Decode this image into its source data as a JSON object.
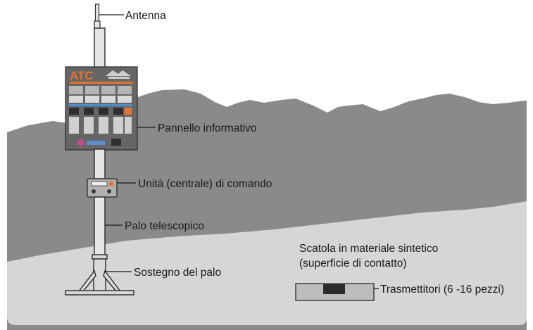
{
  "labels": {
    "antenna": "Antenna",
    "panel": "Pannello informativo",
    "control_unit": "Unità (centrale) di comando",
    "pole": "Palo telescopico",
    "base": "Sostegno del palo",
    "box_line1": "Scatola in materiale sintetico",
    "box_line2": "(superficie di contatto)",
    "transmitters": "Trasmettitori (6 -16 pezzi)"
  },
  "sign": {
    "logo": "ATC"
  },
  "colors": {
    "mountain": "#8a8a8a",
    "ground": "#d6d6d6",
    "sign_bg": "#666666",
    "accent_orange": "#e8732a"
  }
}
